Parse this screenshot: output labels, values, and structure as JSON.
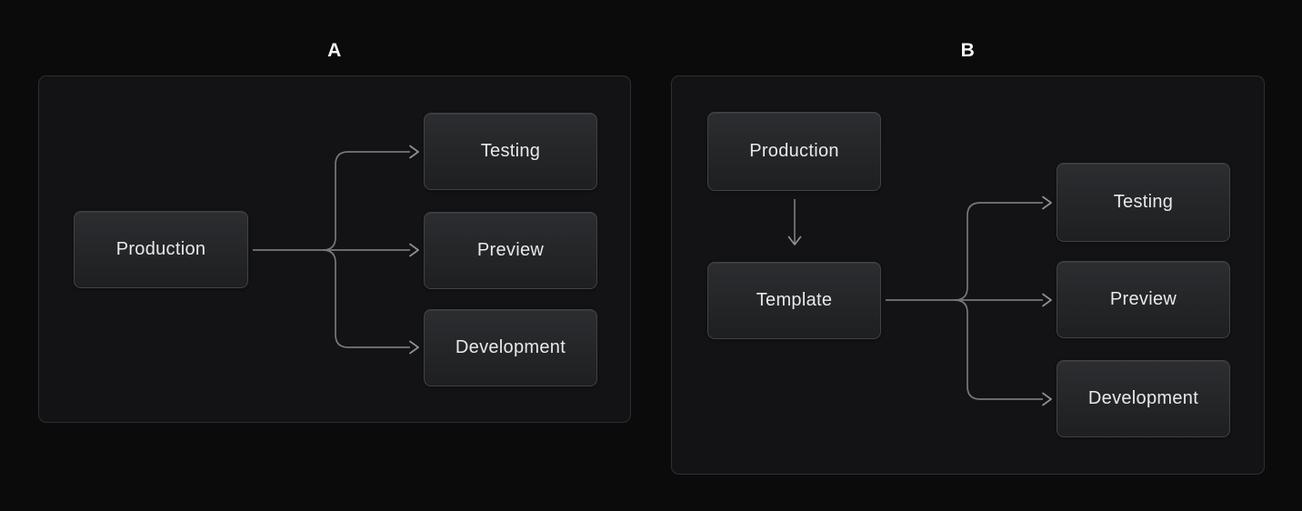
{
  "figure": {
    "panels": [
      {
        "label": "A",
        "nodes": [
          {
            "id": "production",
            "label": "Production"
          },
          {
            "id": "testing",
            "label": "Testing"
          },
          {
            "id": "preview",
            "label": "Preview"
          },
          {
            "id": "development",
            "label": "Development"
          }
        ],
        "edges": [
          {
            "from": "production",
            "to": "testing"
          },
          {
            "from": "production",
            "to": "preview"
          },
          {
            "from": "production",
            "to": "development"
          }
        ]
      },
      {
        "label": "B",
        "nodes": [
          {
            "id": "production",
            "label": "Production"
          },
          {
            "id": "template",
            "label": "Template"
          },
          {
            "id": "testing",
            "label": "Testing"
          },
          {
            "id": "preview",
            "label": "Preview"
          },
          {
            "id": "development",
            "label": "Development"
          }
        ],
        "edges": [
          {
            "from": "production",
            "to": "template"
          },
          {
            "from": "template",
            "to": "testing"
          },
          {
            "from": "template",
            "to": "preview"
          },
          {
            "from": "template",
            "to": "development"
          }
        ]
      }
    ]
  },
  "theme": {
    "background": "#0b0b0c",
    "panel_background": "#131315",
    "panel_border": "#2d2f32",
    "node_border": "#3f4246",
    "node_fill_top": "#2b2d30",
    "node_fill_bottom": "#1e1f21",
    "node_text": "#e7e9eb",
    "label_text": "#f5f5f5",
    "connector": "#74777b",
    "arrowhead": "#8f9296"
  }
}
